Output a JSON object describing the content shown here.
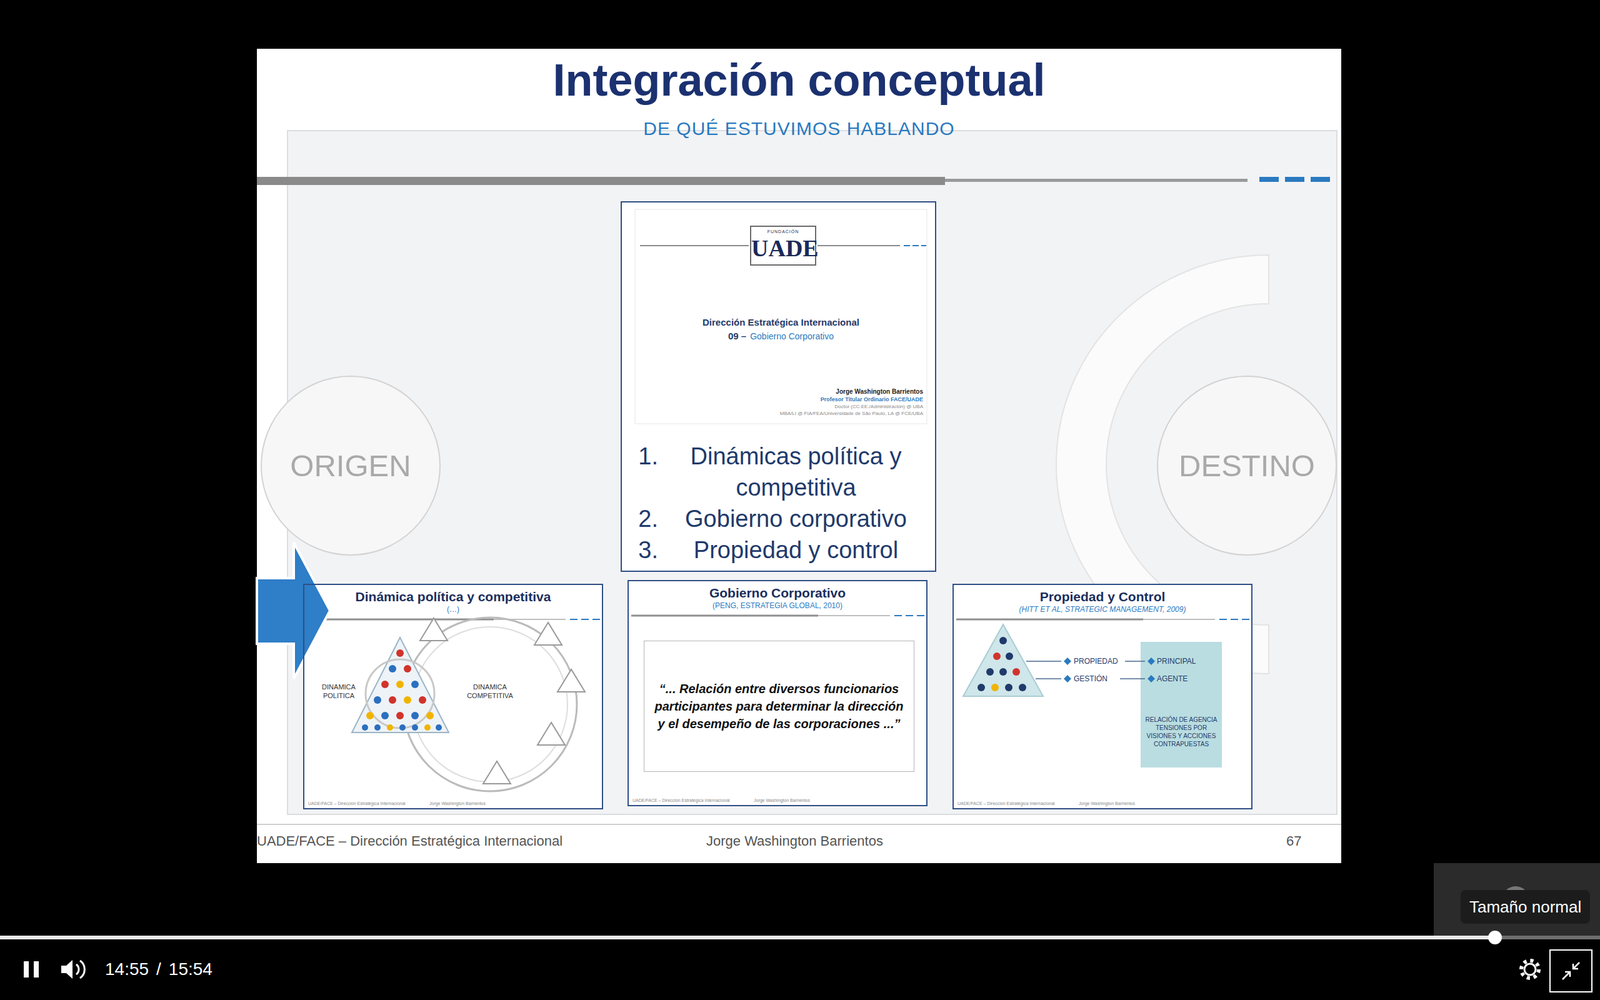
{
  "diagram": {
    "title": "Integración conceptual",
    "nodes": [
      {
        "text": [
          "ORIGEN"
        ]
      },
      {
        "text": [
          "1.",
          "Dinámicas política y competitiva",
          "2.",
          "Gobierno corporativo",
          "3.",
          "Propiedad y control"
        ]
      },
      {
        "text": [
          "Dirección Estratégica Internacional",
          "09 –",
          "Gobierno Corporativo",
          "Jorge Washington Barrientos",
          "Profesor Titular Ordinario FACE/UADE",
          "Doctor (CC.EE./Administración) @ UBA",
          "MBA/LI @ FIA/FEA/Universidade de São Paulo, LA @ FCE/UBA"
        ],
        "in": 1
      },
      {
        "text": [
          "FUNDACIÓN",
          "UADE"
        ],
        "in": 2
      },
      {
        "text": [
          "DESTINO"
        ]
      },
      {
        "text": [
          "Dinámica política y competitiva",
          "(…)",
          "UADE/FACE – Dirección Estratégica Internacional",
          "Jorge Washington Barrientos"
        ]
      },
      {
        "text": [
          "Gobierno Corporativo",
          "(PENG, ESTRATEGIA GLOBAL, 2010)",
          "UADE/FACE – Dirección Estratégica Internacional",
          "Jorge Washington Barrientos"
        ]
      },
      {
        "text": [
          "“... Relación entre diversos funcionarios participantes para determinar la dirección y el desempeño de las corporaciones ...”"
        ],
        "in": 6
      },
      {
        "text": [
          "Propiedad y Control",
          "(HITT ET AL, STRATEGIC MANAGEMENT, 2009)",
          "UADE/FACE – Dirección Estratégica Internacional",
          "Jorge Washington Barrientos"
        ]
      },
      {
        "text": [
          "PRINCIPAL",
          "AGENTE",
          "RELACIÓN DE AGENCIA TENSIONES POR VISIONES Y ACCIONES CONTRAPUESTAS"
        ],
        "in": 8
      },
      {
        "text": [
          "Tamaño normal"
        ]
      }
    ],
    "labels": [
      "DE QUÉ ESTUVIMOS HABLANDO",
      "DINAMICA POLITICA",
      "DINAMICA COMPETITIVA",
      "PROPIEDAD",
      "GESTIÓN",
      "UADE/FACE – Dirección Estratégica Internacional",
      "Jorge Washington Barrientos",
      "67",
      "14:55",
      "/",
      "15:54"
    ]
  }
}
